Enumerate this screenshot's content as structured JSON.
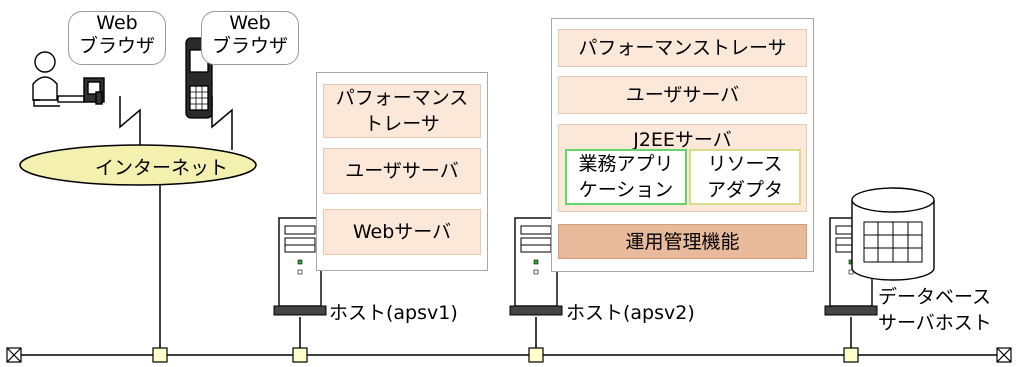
{
  "internet": "インターネット",
  "browser1": {
    "line1": "Web",
    "line2": "ブラウザ"
  },
  "browser2": {
    "line1": "Web",
    "line2": "ブラウザ"
  },
  "apsv1": {
    "host_label": "ホスト(apsv1)",
    "performance_tracer": {
      "line1": "パフォーマンス",
      "line2": "トレーサ"
    },
    "user_server": "ユーザサーバ",
    "web_server": "Webサーバ"
  },
  "apsv2": {
    "host_label": "ホスト(apsv2)",
    "performance_tracer": "パフォーマンストレーサ",
    "user_server": "ユーザサーバ",
    "j2ee_server": "J2EEサーバ",
    "business_app": {
      "line1": "業務アプリ",
      "line2": "ケーション"
    },
    "resource_adapter": {
      "line1": "リソース",
      "line2": "アダプタ"
    },
    "ops_management": "運用管理機能"
  },
  "db_host": {
    "line1": "データベース",
    "line2": "サーバホスト"
  },
  "colors": {
    "component_fill": "#fbe8d9",
    "ops_fill": "#e8b99a",
    "internet_fill": "#f4f0b0",
    "business_border": "#63d56a",
    "adapter_border": "#d7dc8a",
    "connector_fill": "#ffffcc"
  }
}
